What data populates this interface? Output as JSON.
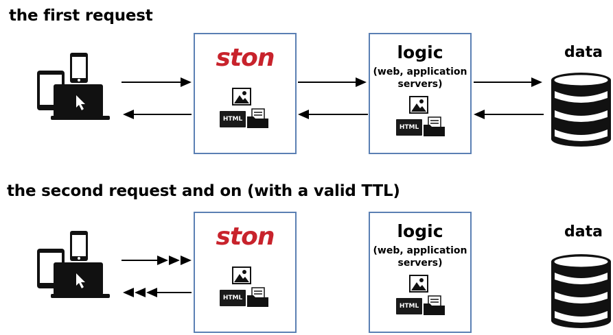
{
  "sections": {
    "first": {
      "title": "the first request",
      "cache": {
        "brand": "ston",
        "html_label": "HTML"
      },
      "logic": {
        "title": "logic",
        "subtitle_line1": "(web, application",
        "subtitle_line2": "servers)",
        "html_label": "HTML"
      },
      "data": {
        "label": "data"
      }
    },
    "second": {
      "title": "the second request and on (with a valid TTL)",
      "cache": {
        "brand": "ston",
        "html_label": "HTML"
      },
      "logic": {
        "title": "logic",
        "subtitle_line1": "(web, application",
        "subtitle_line2": "servers)",
        "html_label": "HTML"
      },
      "data": {
        "label": "data"
      }
    }
  },
  "colors": {
    "box_border": "#5a7fb3",
    "brand_red": "#c8232c",
    "icon_dark": "#1a1a1a"
  }
}
